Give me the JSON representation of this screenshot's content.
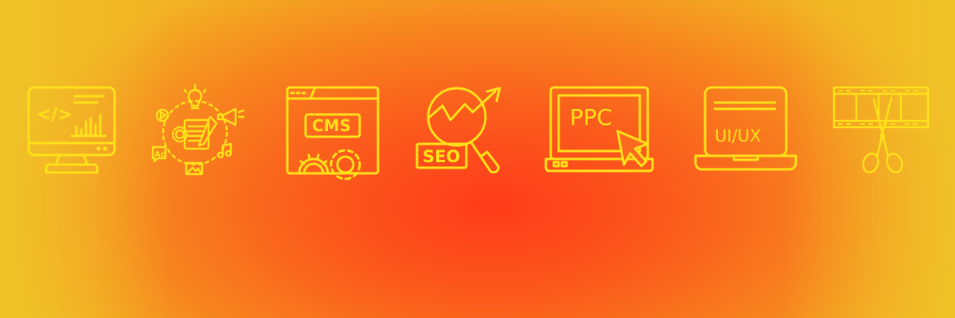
{
  "colors": {
    "icon_stroke": "#ffe11a",
    "gradient_center": "#ff3b1a",
    "gradient_edge": "#f4c126"
  },
  "icons": [
    {
      "name": "web-development-monitor-icon",
      "code_text": "</>"
    },
    {
      "name": "content-marketing-icon",
      "badge_text": "Ad"
    },
    {
      "name": "cms-icon",
      "label": "CMS"
    },
    {
      "name": "seo-icon",
      "label": "SEO"
    },
    {
      "name": "ppc-icon",
      "label": "PPC"
    },
    {
      "name": "ui-ux-icon",
      "label": "UI/UX"
    },
    {
      "name": "video-editing-icon"
    }
  ]
}
